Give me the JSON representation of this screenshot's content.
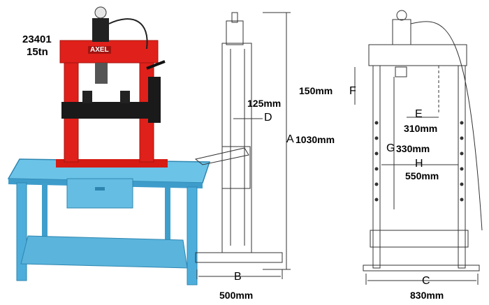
{
  "product": {
    "code": "23401",
    "capacity": "15tn",
    "brand": "AXEL"
  },
  "dimensions": {
    "A": {
      "letter": "A",
      "value": "1030mm"
    },
    "B": {
      "letter": "B",
      "value": "500mm"
    },
    "C": {
      "letter": "C",
      "value": "830mm"
    },
    "D": {
      "letter": "D",
      "value": "125mm"
    },
    "E": {
      "letter": "E",
      "value": "310mm"
    },
    "F": {
      "letter": "F",
      "value": "150mm"
    },
    "G": {
      "letter": "G",
      "value": "330mm"
    },
    "H": {
      "letter": "H",
      "value": "550mm"
    }
  },
  "colors": {
    "frame_red": "#e0201a",
    "table_blue": "#5ab4dc",
    "black": "#1a1a1a",
    "line": "#333333"
  }
}
